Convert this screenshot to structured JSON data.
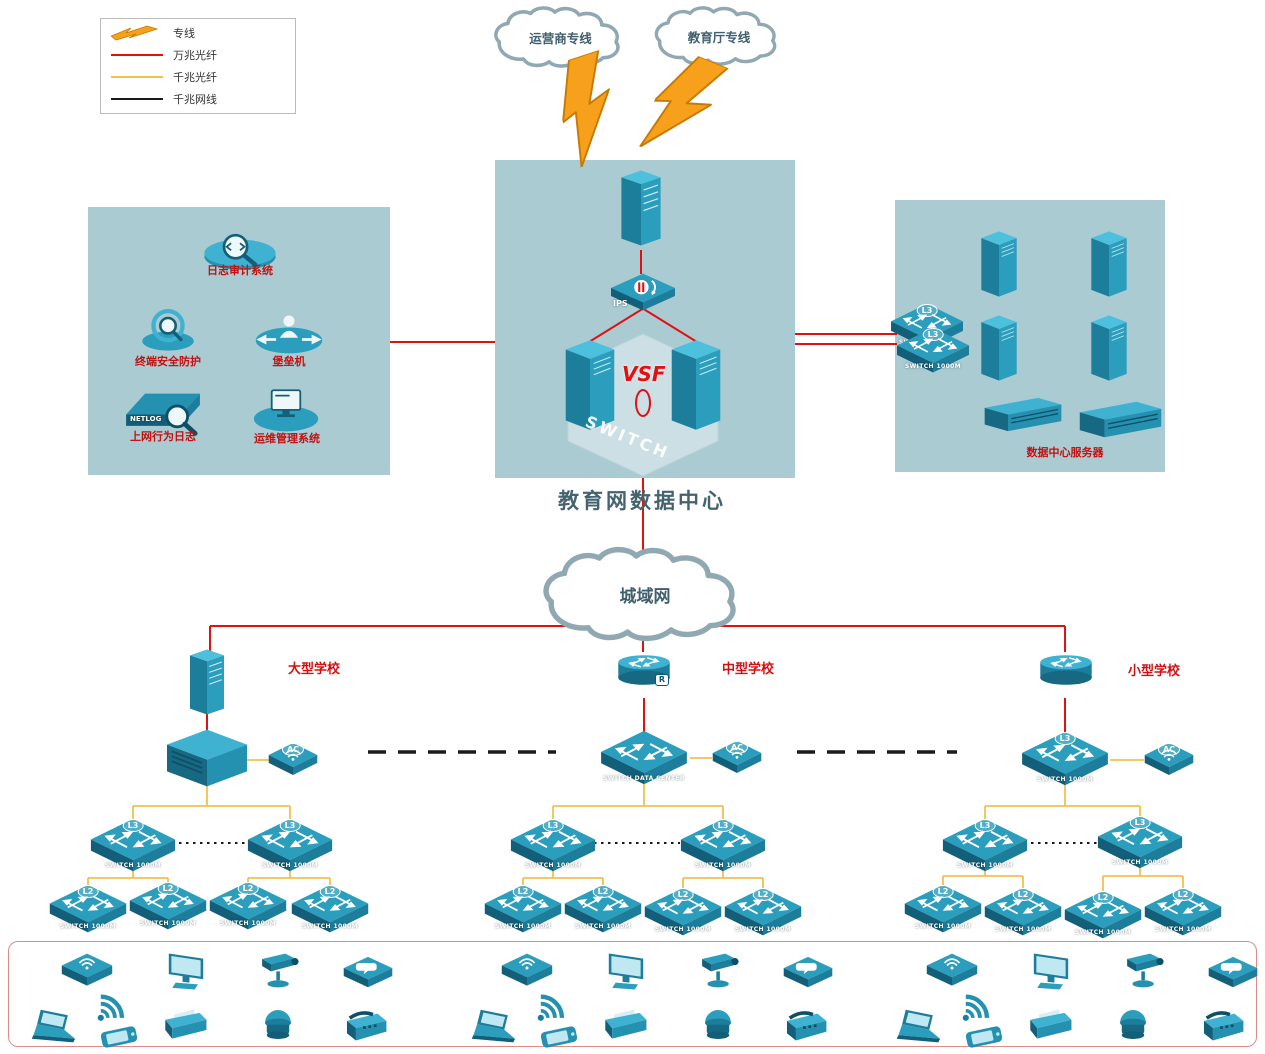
{
  "legend": {
    "items": [
      {
        "label": "专线"
      },
      {
        "label": "万兆光纤"
      },
      {
        "label": "千兆光纤"
      },
      {
        "label": "千兆网线"
      }
    ]
  },
  "clouds": {
    "operator": "运营商专线",
    "education": "教育厅专线",
    "man": "城域网"
  },
  "datacenter": {
    "title": "教育网数据中心",
    "vsf": "VSF",
    "ips": "IPS",
    "switch_watermark": "SWITCH"
  },
  "security_panel": {
    "log_audit": "日志审计系统",
    "terminal_security": "终端安全防护",
    "bastion": "堡垒机",
    "netlog": "NETLOG",
    "net_behavior_log": "上网行为日志",
    "ops_mgmt": "运维管理系统"
  },
  "server_panel": {
    "title": "数据中心服务器"
  },
  "labels": {
    "switch_1000m": "SWITCH 1000M",
    "switch_data_center": "SWITCH DATA CENTER",
    "l3": "L3",
    "l2": "L2",
    "ac": "AC",
    "router_badge": "R"
  },
  "schools": {
    "large": "大型学校",
    "medium": "中型学校",
    "small": "小型学校"
  },
  "colors": {
    "line_10g": "#e01111",
    "line_1g": "#f2c14e",
    "line_cable": "#1a1a1a",
    "device_teal": "#2b9dbd",
    "panel_bg": "#a9cbd1",
    "label_red": "#c41111"
  }
}
